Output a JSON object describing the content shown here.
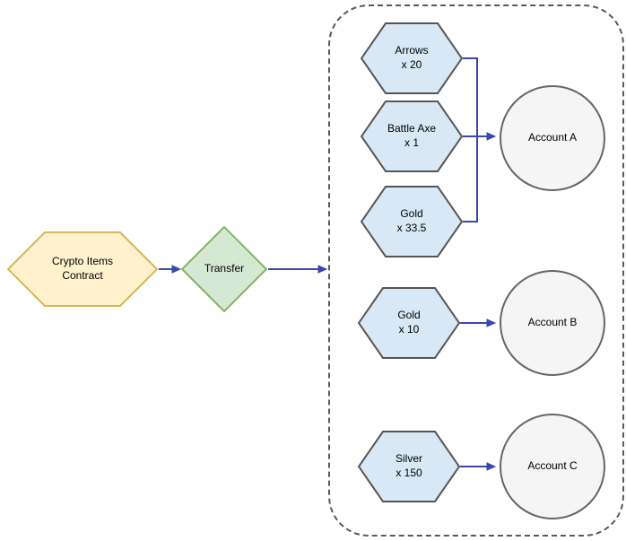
{
  "colors": {
    "edge": "#3949ab",
    "contract_fill": "#fff2cc",
    "contract_stroke": "#d6b656",
    "transfer_fill": "#d5e8d4",
    "transfer_stroke": "#82b366",
    "item_fill": "#d8e8f4",
    "item_stroke": "#565656",
    "account_fill": "#f5f5f5",
    "account_stroke": "#666666",
    "container_border": "#595959"
  },
  "nodes": {
    "contract": {
      "line1": "Crypto Items",
      "line2": "Contract"
    },
    "transfer": {
      "label": "Transfer"
    },
    "items": {
      "arrows": {
        "name": "Arrows",
        "qty": "x 20"
      },
      "battle_axe": {
        "name": "Battle Axe",
        "qty": "x 1"
      },
      "gold_a": {
        "name": "Gold",
        "qty": "x 33.5"
      },
      "gold_b": {
        "name": "Gold",
        "qty": "x 10"
      },
      "silver": {
        "name": "Silver",
        "qty": "x 150"
      }
    },
    "accounts": {
      "a": {
        "label": "Account A"
      },
      "b": {
        "label": "Account B"
      },
      "c": {
        "label": "Account C"
      }
    }
  }
}
